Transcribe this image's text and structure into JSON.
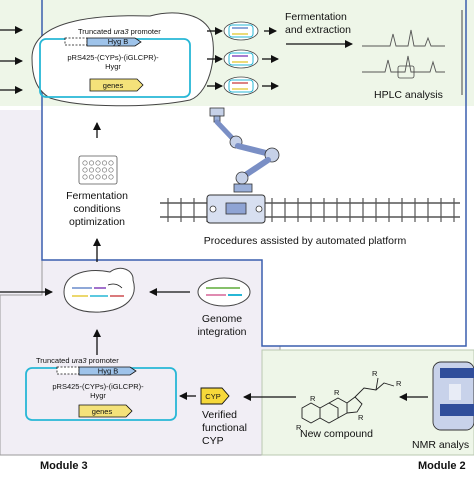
{
  "top_panel": {
    "promoter_text_plain": "Truncated ",
    "promoter_text_italic": "ura3",
    "promoter_text_tail": " promoter",
    "hyg_label": "Hyg B",
    "plasmid_line1": "pRS425-(CYPs)-(iGLCPR)-",
    "plasmid_line2": "Hygr",
    "genes_label": "genes",
    "step_line1": "Fermentation",
    "step_line2": "and extraction",
    "hplc_label": "HPLC analysis"
  },
  "module3": {
    "fermentation_line1": "Fermentation",
    "fermentation_line2": "conditions",
    "fermentation_line3": "optimization",
    "genome_line1": "Genome",
    "genome_line2": "integration",
    "promoter_text_plain": "Truncated ",
    "promoter_text_italic": "ura3",
    "promoter_text_tail": " promoter",
    "hyg_label": "Hyg B",
    "plasmid_line1": "pRS425-(CYPs)-(iGLCPR)-",
    "plasmid_line2": "Hygr",
    "genes_label": "genes",
    "cyp_label": "CYP",
    "verified_line1": "Verified",
    "verified_line2": "functional",
    "verified_line3": "CYP",
    "module_label": "Module 3"
  },
  "center": {
    "automation_label": "Procedures assisted by automated platform"
  },
  "module2": {
    "new_compound_label": "New compound",
    "nmr_label": "NMR analys",
    "module_label": "Module 2",
    "structure_labels": [
      "R",
      "R",
      "R",
      "R",
      "R",
      "R"
    ]
  },
  "colors": {
    "light_green": "#eef6e8",
    "lavender": "#f1eef5",
    "panel_border": "#b9c8b1",
    "blue_frame": "#3a5fae",
    "hyg_fill": "#9ec3ea",
    "genes_fill": "#f4e27a",
    "cyp_fill": "#f6d83a",
    "cyan_vector": "#27b7d6"
  }
}
